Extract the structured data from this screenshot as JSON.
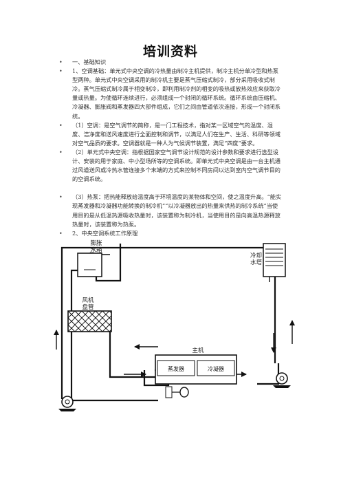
{
  "doc": {
    "title": "培训资料",
    "bullet_char": "•",
    "items": [
      {
        "text": "一、基础知识"
      },
      {
        "text": "1、空调基础：单元式中央空调的冷热量由制冷主机提供，制冷主机分单冷型和热泵型两种。单元式中央空调采用的制冷机主要是蒸气压缩式制冷，部分采用吸收式制冷。蒸气压缩式制冷属于相变制冷，即利用制冷剂的相变的吸热或放热效应来获取冷量或热量。为使循环连续进行，必须组成一个封闭的循环系统。循环系统由压缩机、冷凝器、膨胀阀和蒸发器四大部件组成，它们之间由管道依次连接，形成一个封闭系统。"
      },
      {
        "text": "（1）空调：是空气调节的简称，是一门工程技术，指对某一区域空气的温度、湿度、洁净度和送风速度进行全面控制和调节，以满足人们在生产、生活、科研等领域对空气品质的要求。空调器就是一种人为气候调节装置，满足“四度”要求。"
      },
      {
        "text": "（2）单元式中央空调：指根据国家空气调节设计规范的设计参数和要求进行选型设计、安装的用于家庭、中小型场所等的空调系统。即单元式中央空调是由一台主机通过风道送风或冷热水管连接多个末端的方式来控制不同房间以达到室内空气调节目的的空调系统。"
      },
      {
        "text": "（3）热泵：把热能释放给温度高于环境温度的某物体和空间，使之温度升高。“能实现蒸发器和冷凝器功能转换的制冷机”“以冷凝器放出的热量来供热的制冷系统”当使用目的是从低温热源吸收热量时，该装置称为制冷机，当使用目的是向高温热源释放热量时，该装置称为热泵。"
      },
      {
        "text": "2、中央空调系统工作原理"
      }
    ]
  },
  "diagram": {
    "expansion_tank_label": [
      "膨胀",
      "水箱"
    ],
    "fan_coil_label": [
      "风机",
      "盘管"
    ],
    "cooling_tower_label": [
      "冷却",
      "水塔"
    ],
    "main_unit_label": "主机",
    "evaporator_label": "蒸发器",
    "condenser_label": "冷凝器"
  }
}
